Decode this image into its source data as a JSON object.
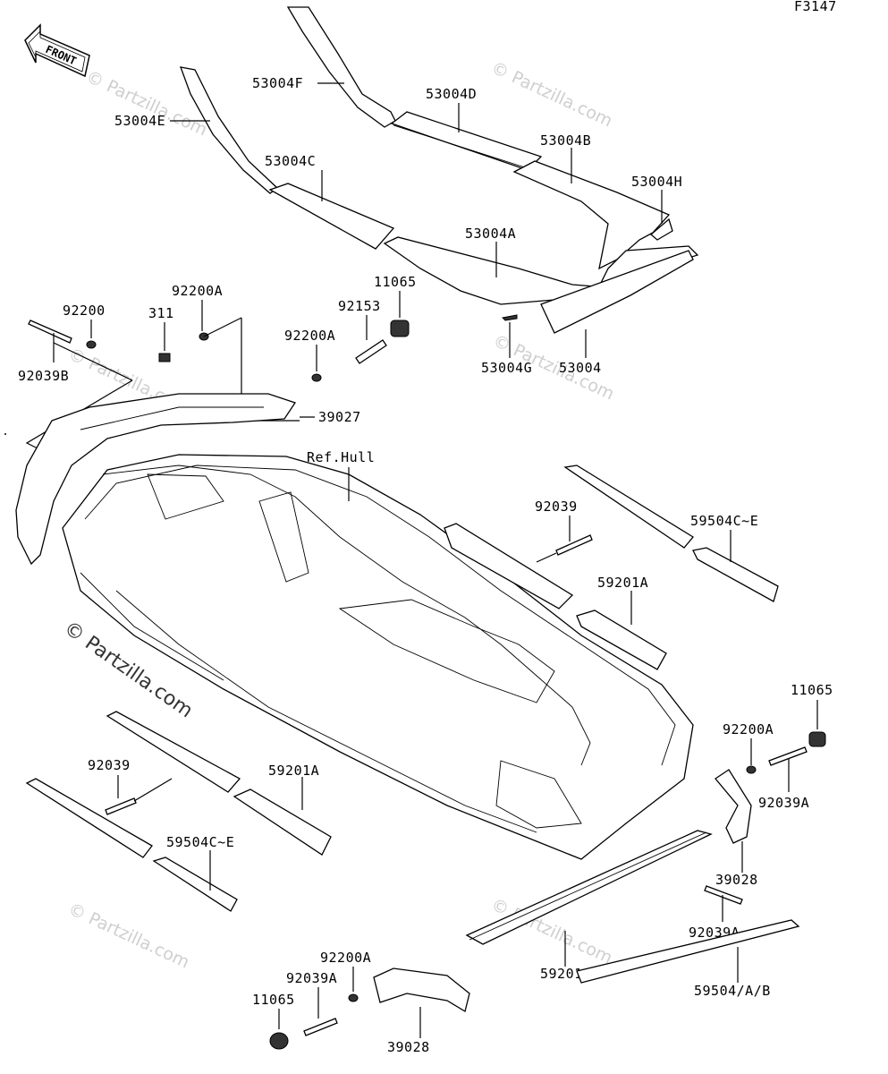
{
  "diagram_code": "F3147",
  "front_label": "FRONT",
  "watermark": "© Partzilla.com",
  "parts": {
    "p53004F": "53004F",
    "p53004D": "53004D",
    "p53004E": "53004E",
    "p53004B": "53004B",
    "p53004C": "53004C",
    "p53004H": "53004H",
    "p53004A": "53004A",
    "p11065_top": "11065",
    "p92200A_top": "92200A",
    "p92153": "92153",
    "p92200_left": "92200",
    "p311": "311",
    "p92200A_mid": "92200A",
    "p92039B": "92039B",
    "p53004G": "53004G",
    "p53004": "53004",
    "p39027": "39027",
    "ref_hull": "Ref.Hull",
    "p92039_right": "92039",
    "p59504CE_right": "59504C~E",
    "p59201A_right": "59201A",
    "p11065_right": "11065",
    "p92200A_right": "92200A",
    "p92039A_right": "92039A",
    "p92039_left": "92039",
    "p59201A_left": "59201A",
    "p59504CE_left": "59504C~E",
    "p39028_right": "39028",
    "p92039A_bottom": "92039A",
    "p92200A_bottom": "92200A",
    "p92039A_bottom2": "92039A",
    "p59201": "59201",
    "p11065_bottom": "11065",
    "p59504AB": "59504/A/B",
    "p39028_bottom": "39028"
  }
}
